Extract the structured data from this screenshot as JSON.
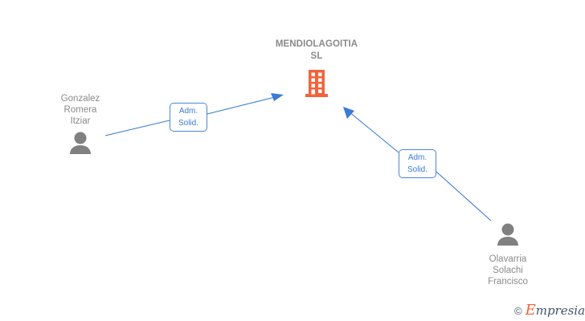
{
  "diagram": {
    "type": "corporate-relationship-graph",
    "background_color": "#ffffff",
    "company": {
      "name": "MENDIOLAGOITIA\nSL",
      "icon": "building-icon",
      "icon_color": "#f4633a",
      "text_color": "#8a8a8a"
    },
    "people": [
      {
        "id": "person-left",
        "name": "Gonzalez\nRomera\nItziar",
        "icon": "person-icon",
        "icon_color": "#808080",
        "text_color": "#8a8a8a",
        "label_position": "above-icon"
      },
      {
        "id": "person-right",
        "name": "Olavarria\nSolachi\nFrancisco",
        "icon": "person-icon",
        "icon_color": "#808080",
        "text_color": "#8a8a8a",
        "label_position": "below-icon"
      }
    ],
    "relations": [
      {
        "id": "relation-left",
        "label": "Adm.\nSolid.",
        "from": "person-left",
        "to": "company",
        "line_color": "#3a7bd5",
        "border_color": "#4a86d8",
        "text_color": "#3a7bd5"
      },
      {
        "id": "relation-right",
        "label": "Adm.\nSolid.",
        "from": "person-right",
        "to": "company",
        "line_color": "#3a7bd5",
        "border_color": "#4a86d8",
        "text_color": "#3a7bd5"
      }
    ]
  },
  "watermark": {
    "copyright_symbol": "©",
    "brand_initial": "E",
    "brand_rest": "mpresia",
    "accent_color": "#f4633a",
    "text_color": "#3f5566"
  }
}
